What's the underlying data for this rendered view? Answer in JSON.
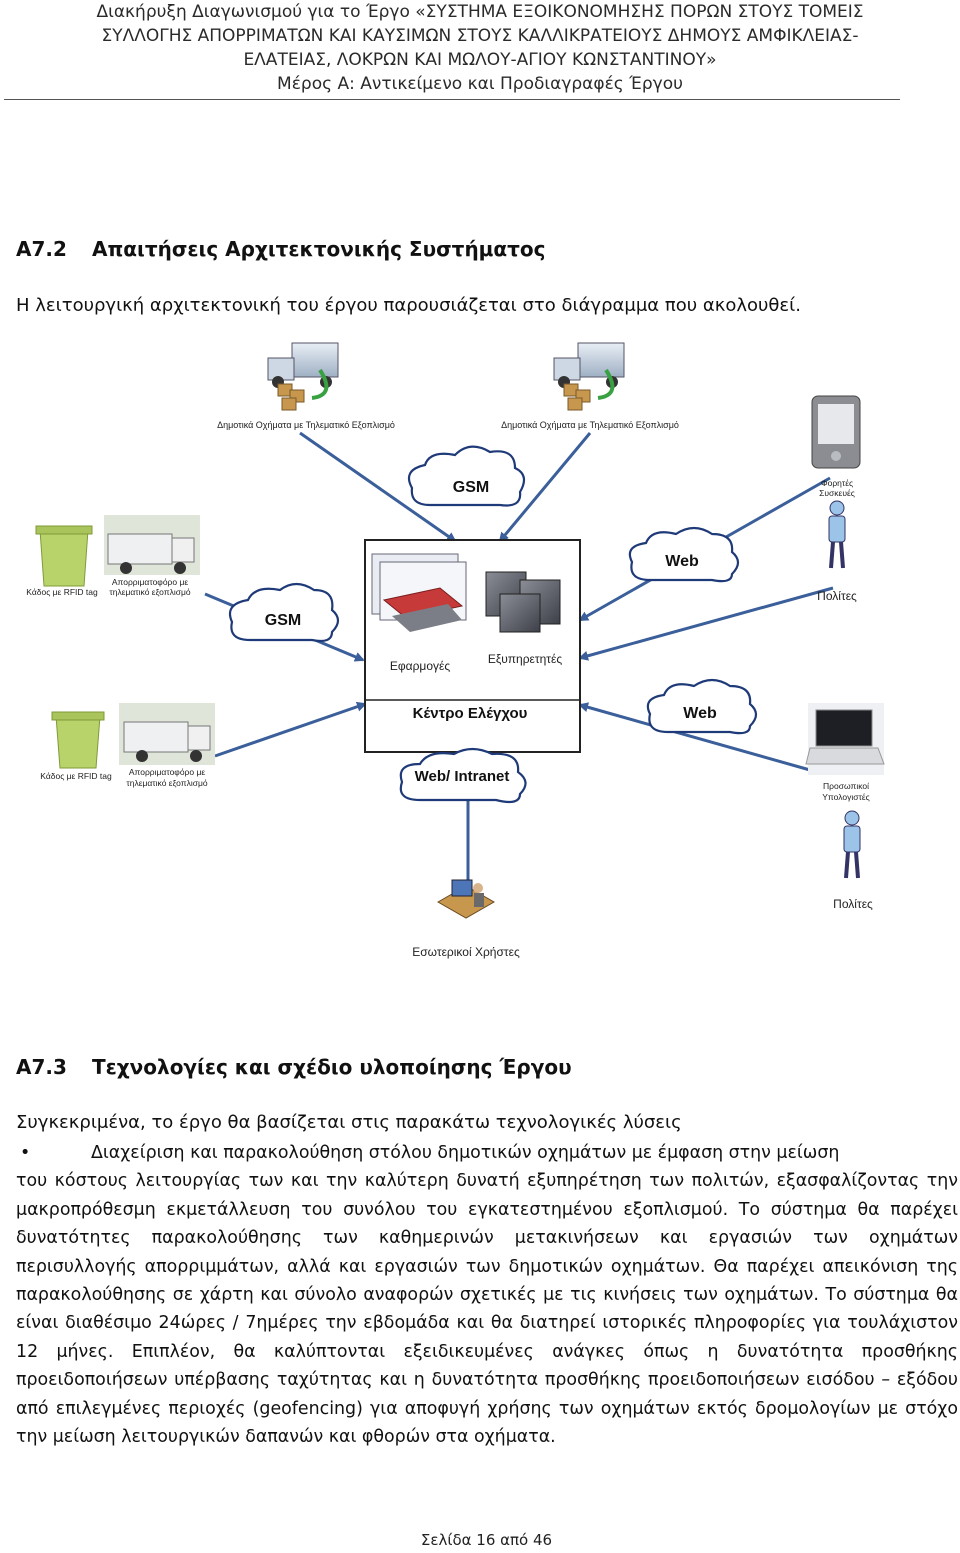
{
  "header": {
    "line1": "Διακήρυξη Διαγωνισμού για το Έργο «ΣΥΣΤΗΜΑ ΕΞΟΙΚΟΝΟΜΗΣΗΣ ΠΟΡΩΝ ΣΤΟΥΣ ΤΟΜΕΙΣ",
    "line2": "ΣΥΛΛΟΓΗΣ ΑΠΟΡΡΙΜΑΤΩΝ ΚΑΙ ΚΑΥΣΙΜΩΝ ΣΤΟΥΣ ΚΑΛΛΙΚΡΑΤΕΙΟΥΣ ΔΗΜΟΥΣ ΑΜΦΙΚΛΕΙΑΣ-",
    "line3": "ΕΛΑΤΕΙΑΣ, ΛΟΚΡΩΝ ΚΑΙ ΜΩΛΟΥ-ΑΓΙΟΥ ΚΩΝΣΤΑΝΤΙΝΟΥ»",
    "line4": "Μέρος Α: Αντικείμενο και Προδιαγραφές Έργου"
  },
  "section_a72": {
    "number": "Α7.2",
    "title": "Απαιτήσεις Αρχιτεκτονικής Συστήματος",
    "intro": "Η λειτουργική αρχιτεκτονική του έργου παρουσιάζεται στο διάγραμμα που ακολουθεί."
  },
  "diagram": {
    "truck_left_label": "Δημοτικά Οχήματα με Τηλεματικό Εξοπλισμό",
    "truck_right_label": "Δημοτικά Οχήματα με Τηλεματικό Εξοπλισμό",
    "gsm_top": "GSM",
    "mobile_label_1": "Φορητές",
    "mobile_label_2": "Συσκευές",
    "bin1_label": "Κάδος με RFID tag",
    "garbage1_label_1": "Απορριματοφόρο με",
    "garbage1_label_2": "τηλεματικό εξοπλισμό",
    "gsm_left": "GSM",
    "web_top": "Web",
    "citizens_top": "Πολίτες",
    "apps_label": "Εφαρμογές",
    "servers_label": "Εξυπηρετητές",
    "control_center": "Κέντρο Ελέγχου",
    "web_right": "Web",
    "bin2_label": "Κάδος με RFID tag",
    "garbage2_label_1": "Απορριματοφόρο με",
    "garbage2_label_2": "τηλεματικό εξοπλισμό",
    "intranet": "Web/ Intranet",
    "pc_label_1": "Προσωπικοί",
    "pc_label_2": "Υπολογιστές",
    "citizens_bottom": "Πολίτες",
    "internal_users": "Εσωτερικοί Χρήστες"
  },
  "section_a73": {
    "number": "Α7.3",
    "title": "Τεχνολογίες και σχέδιο υλοποίησης Έργου",
    "lead": "Συγκεκριμένα, το έργο θα βασίζεται στις παρακάτω τεχνολογικές λύσεις",
    "bullet_marker": "•",
    "bullet_first": "Διαχείριση και παρακολούθηση στόλου δημοτικών οχημάτων με έμφαση στην μείωση",
    "bullet_rest": "του κόστους λειτουργίας των και την καλύτερη δυνατή εξυπηρέτηση των πολιτών, εξασφαλίζοντας την μακροπρόθεσμη εκμετάλλευση του συνόλου του εγκατεστημένου εξοπλισμού. Το σύστημα θα παρέχει δυνατότητες παρακολούθησης των καθημερινών μετακινήσεων και εργασιών των οχημάτων περισυλλογής απορριμμάτων, αλλά και εργασιών των δημοτικών οχημάτων. Θα παρέχει απεικόνιση της παρακολούθησης σε χάρτη και σύνολο αναφορών σχετικές με τις κινήσεις των οχημάτων. Το σύστημα θα είναι διαθέσιμο 24ώρες / 7ημέρες την εβδομάδα και θα διατηρεί ιστορικές πληροφορίες για τουλάχιστον 12 μήνες. Επιπλέον, θα καλύπτονται εξειδικευμένες ανάγκες όπως η δυνατότητα προσθήκης προειδοποιήσεων υπέρβασης ταχύτητας και η δυνατότητα προσθήκης προειδοποιήσεων εισόδου – εξόδου από επιλεγμένες περιοχές (geofencing) για αποφυγή χρήσης των οχημάτων εκτός δρομολογίων με στόχο την μείωση λειτουργικών δαπανών και φθορών στα οχήματα."
  },
  "footer": {
    "page": "Σελίδα 16 από 46"
  },
  "colors": {
    "arrow": "#3b5f9a",
    "bin": "#b9d36b",
    "rule": "#555555"
  }
}
